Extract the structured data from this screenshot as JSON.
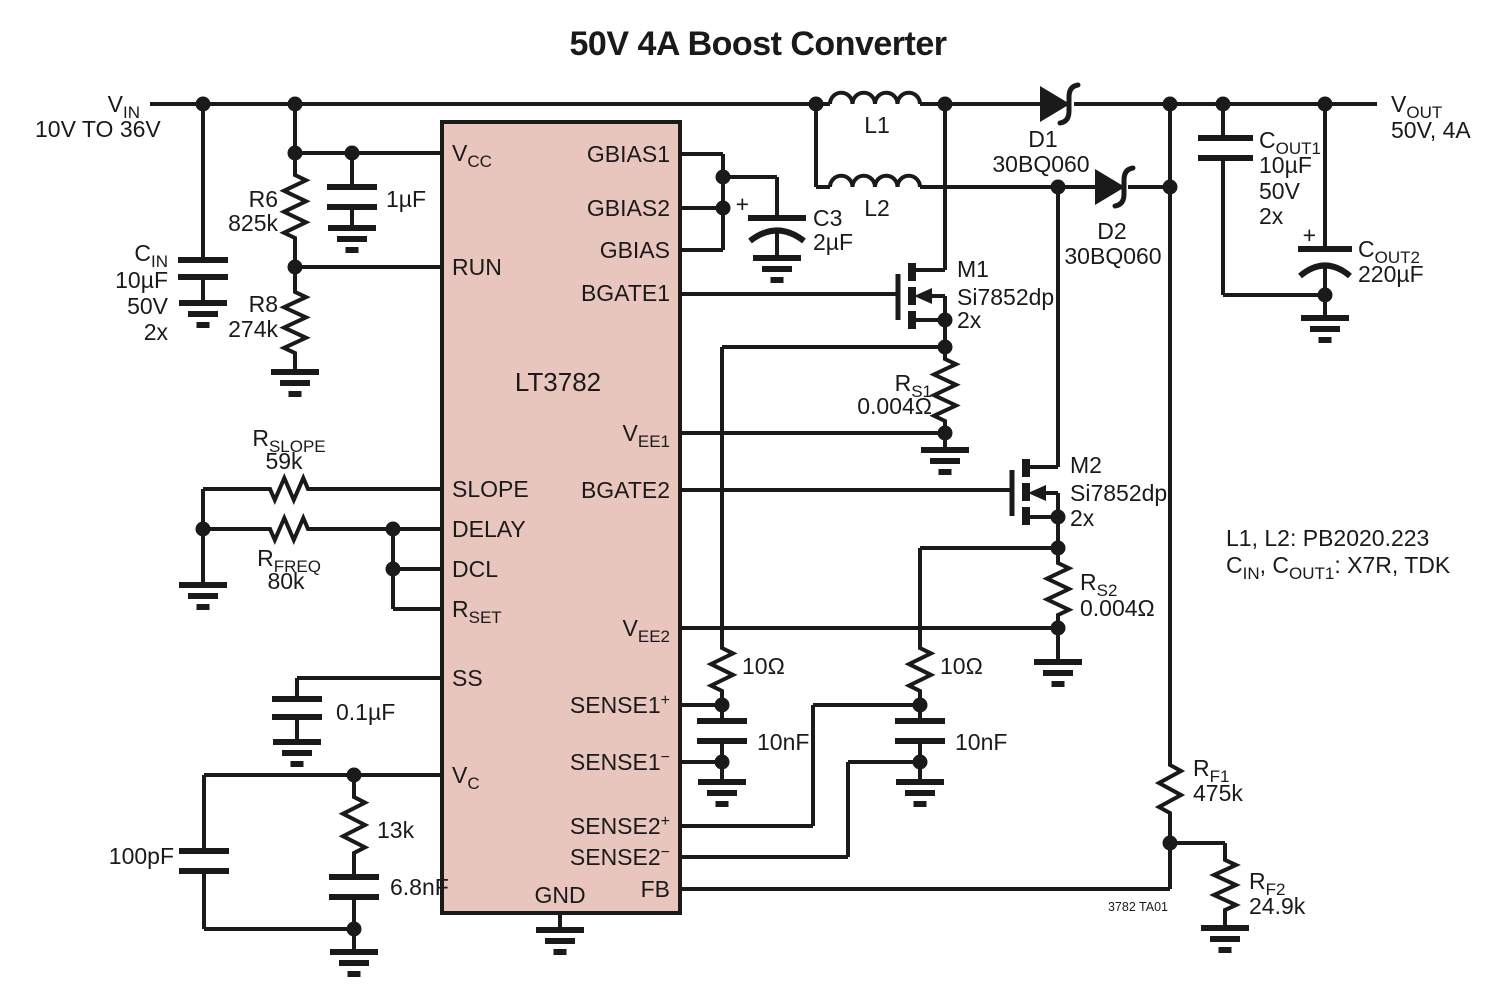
{
  "title": "50V 4A Boost Converter",
  "colors": {
    "ic_fill": "#e8c6be",
    "line": "#1a1a1a",
    "background": "#ffffff"
  },
  "ic": {
    "part": "LT3782",
    "gnd_pin": "GND",
    "pins_left": {
      "vcc": [
        "V",
        "CC"
      ],
      "run": [
        "RUN"
      ],
      "slope": [
        "SLOPE"
      ],
      "delay": [
        "DELAY"
      ],
      "dcl": [
        "DCL"
      ],
      "rset": [
        "R",
        "SET"
      ],
      "ss": [
        "SS"
      ],
      "vc": [
        "V",
        "C"
      ]
    },
    "pins_right": {
      "gbias1": [
        "GBIAS1"
      ],
      "gbias2": [
        "GBIAS2"
      ],
      "gbias": [
        "GBIAS"
      ],
      "bgate1": [
        "BGATE1"
      ],
      "vee1": [
        "V",
        "EE1"
      ],
      "bgate2": [
        "BGATE2"
      ],
      "vee2": [
        "V",
        "EE2"
      ],
      "sense1p": [
        "SENSE1",
        "+"
      ],
      "sense1m": [
        "SENSE1",
        "−"
      ],
      "sense2p": [
        "SENSE2",
        "+"
      ],
      "sense2m": [
        "SENSE2",
        "−"
      ],
      "fb": [
        "FB"
      ]
    }
  },
  "io": {
    "vin": {
      "name": [
        "V",
        "IN"
      ],
      "range": "10V TO 36V"
    },
    "vout": {
      "name": [
        "V",
        "OUT"
      ],
      "rating": "50V, 4A"
    }
  },
  "components": {
    "cin": {
      "name": [
        "C",
        "IN"
      ],
      "vals": [
        "10µF",
        "50V",
        "2x"
      ]
    },
    "r6": {
      "name": "R6",
      "val": "825k"
    },
    "r8": {
      "name": "R8",
      "val": "274k"
    },
    "c_vcc": {
      "val": "1µF"
    },
    "rslope": {
      "name": [
        "R",
        "SLOPE"
      ],
      "val": "59k"
    },
    "rfreq": {
      "name": [
        "R",
        "FREQ"
      ],
      "val": "80k"
    },
    "c_ss": {
      "val": "0.1µF"
    },
    "c_100pf": {
      "val": "100pF"
    },
    "r_13k": {
      "val": "13k"
    },
    "c_68nf": {
      "val": "6.8nF"
    },
    "c3": {
      "name": "C3",
      "val": "2µF",
      "plus": "+"
    },
    "l1": {
      "name": "L1"
    },
    "l2": {
      "name": "L2"
    },
    "d1": {
      "name": "D1",
      "part": "30BQ060"
    },
    "d2": {
      "name": "D2",
      "part": "30BQ060"
    },
    "m1": {
      "name": "M1",
      "part": "Si7852dp",
      "qty": "2x"
    },
    "m2": {
      "name": "M2",
      "part": "Si7852dp",
      "qty": "2x"
    },
    "rs1": {
      "name": [
        "R",
        "S1"
      ],
      "val": "0.004Ω"
    },
    "rs2": {
      "name": [
        "R",
        "S2"
      ],
      "val": "0.004Ω"
    },
    "r_filt1": {
      "val": "10Ω"
    },
    "c_filt1": {
      "val": "10nF"
    },
    "r_filt2": {
      "val": "10Ω"
    },
    "c_filt2": {
      "val": "10nF"
    },
    "cout1": {
      "name": [
        "C",
        "OUT1"
      ],
      "vals": [
        "10µF",
        "50V",
        "2x"
      ]
    },
    "cout2": {
      "name": [
        "C",
        "OUT2"
      ],
      "val": "220µF",
      "plus": "+"
    },
    "rf1": {
      "name": [
        "R",
        "F1"
      ],
      "val": "475k"
    },
    "rf2": {
      "name": [
        "R",
        "F2"
      ],
      "val": "24.9k"
    }
  },
  "notes": {
    "line1": "L1, L2: PB2020.223",
    "line2": [
      "C",
      "IN",
      ", C",
      "OUT1",
      ": X7R, TDK"
    ]
  },
  "footer": "3782 TA01"
}
